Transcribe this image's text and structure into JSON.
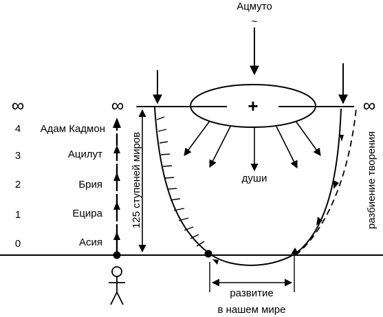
{
  "top_label": "Ацмуто",
  "tilde": "~",
  "infinity": "∞",
  "plus": "+",
  "levels": [
    {
      "num": "4",
      "name": "Адам Кадмон"
    },
    {
      "num": "3",
      "name": "Ацилут"
    },
    {
      "num": "2",
      "name": "Брия"
    },
    {
      "num": "1",
      "name": "Ецира"
    },
    {
      "num": "0",
      "name": "Асия"
    }
  ],
  "souls_label": "души",
  "steps_label": "125 ступеней миров",
  "breaking_label": "разбиение творения",
  "development_label_line1": "развитие",
  "development_label_line2": "в нашем мире"
}
